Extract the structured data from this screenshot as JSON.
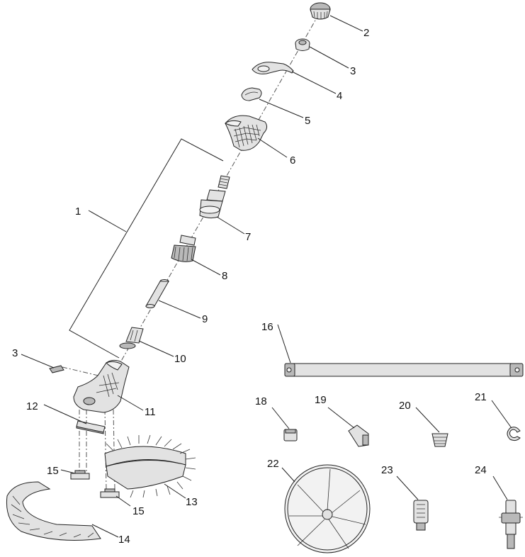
{
  "callouts": [
    {
      "id": "c2",
      "text": "2"
    },
    {
      "id": "c3a",
      "text": "3"
    },
    {
      "id": "c4",
      "text": "4"
    },
    {
      "id": "c5",
      "text": "5"
    },
    {
      "id": "c6",
      "text": "6"
    },
    {
      "id": "c1",
      "text": "1"
    },
    {
      "id": "c7",
      "text": "7"
    },
    {
      "id": "c8",
      "text": "8"
    },
    {
      "id": "c9",
      "text": "9"
    },
    {
      "id": "c10",
      "text": "10"
    },
    {
      "id": "c3b",
      "text": "3"
    },
    {
      "id": "c11",
      "text": "11"
    },
    {
      "id": "c12",
      "text": "12"
    },
    {
      "id": "c13",
      "text": "13"
    },
    {
      "id": "c14",
      "text": "14"
    },
    {
      "id": "c15a",
      "text": "15"
    },
    {
      "id": "c15b",
      "text": "15"
    },
    {
      "id": "c16",
      "text": "16"
    },
    {
      "id": "c18",
      "text": "18"
    },
    {
      "id": "c19",
      "text": "19"
    },
    {
      "id": "c20",
      "text": "20"
    },
    {
      "id": "c21",
      "text": "21"
    },
    {
      "id": "c22",
      "text": "22"
    },
    {
      "id": "c23",
      "text": "23"
    },
    {
      "id": "c24",
      "text": "24"
    }
  ]
}
